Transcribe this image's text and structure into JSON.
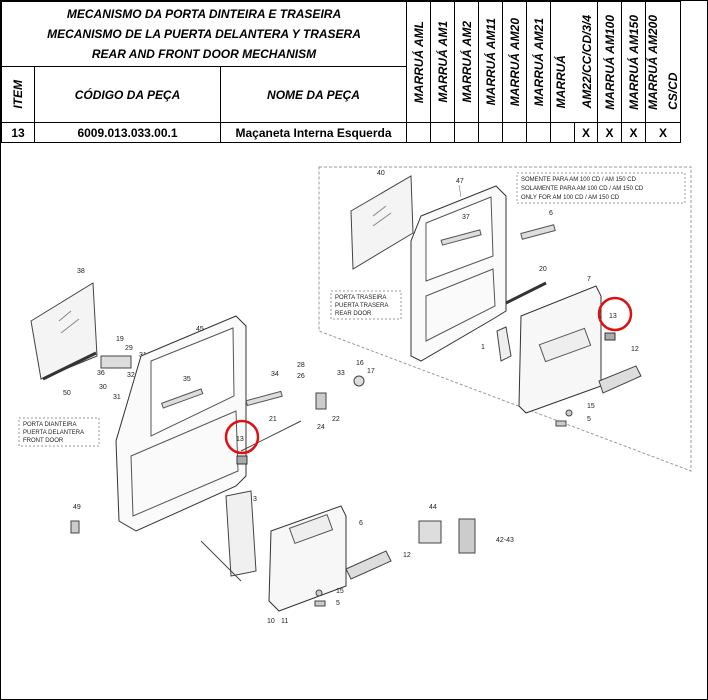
{
  "header": {
    "title_lines": [
      "MECANISMO DA PORTA DINTEIRA E TRASEIRA",
      "MECANISMO DE LA PUERTA DELANTERA Y TRASERA",
      "REAR AND FRONT DOOR MECHANISM"
    ],
    "item_label": "ITEM",
    "code_label": "CÓDIGO DA PEÇA",
    "name_label": "NOME DA PEÇA",
    "models": [
      {
        "line1": "MARRUÁ AML",
        "line2": ""
      },
      {
        "line1": "MARRUÁ AM1",
        "line2": ""
      },
      {
        "line1": "MARRUÁ AM2",
        "line2": ""
      },
      {
        "line1": "MARRUÁ AM11",
        "line2": ""
      },
      {
        "line1": "MARRUÁ AM20",
        "line2": ""
      },
      {
        "line1": "MARRUÁ AM21",
        "line2": ""
      },
      {
        "line1": "MARRUÁ",
        "line2": "AM22/CC/CD/3/4"
      },
      {
        "line1": "MARRUÁ AM100",
        "line2": ""
      },
      {
        "line1": "MARRUÁ AM150",
        "line2": ""
      },
      {
        "line1": "MARRUÁ AM200",
        "line2": "CS/CD"
      }
    ]
  },
  "row": {
    "item": "13",
    "code": "6009.013.033.00.1",
    "name": "Maçaneta Interna Esquerda",
    "marks": [
      "",
      "",
      "",
      "",
      "",
      "",
      "",
      "X",
      "X",
      "X",
      "X"
    ]
  },
  "diagram": {
    "rear_note": [
      "SOMENTE PARA AM 100 CD / AM 150 CD",
      "SOLAMENTE PARA AM 100 CD / AM 150 CD",
      "ONLY FOR AM 100 CD / AM 150 CD"
    ],
    "rear_door_caption": [
      "PORTA TRASEIRA",
      "PUERTA TRASERA",
      "REAR DOOR"
    ],
    "front_door_caption": [
      "PORTA DIANTEIRA",
      "PUERTA DELANTERA",
      "FRONT DOOR"
    ],
    "highlight_label": "13",
    "labels": {
      "p40": "40",
      "p47": "47",
      "p6a": "6",
      "p37": "37",
      "p20": "20",
      "p7": "7",
      "p1": "1",
      "p12a": "12",
      "p15a": "15",
      "p5a": "5",
      "p38": "38",
      "p45": "45",
      "p19": "19",
      "p29": "29",
      "p31a": "31",
      "p50": "50",
      "p36": "36",
      "p32": "32",
      "p30": "30",
      "p31b": "31",
      "p35": "35",
      "p34": "34",
      "p28": "28",
      "p26": "26",
      "p16": "16",
      "p33": "33",
      "p17": "17",
      "p22": "22",
      "p24": "24",
      "p21": "21",
      "p49": "49",
      "p3": "3",
      "p6b": "6",
      "p44": "44",
      "p4243": "42-43",
      "p12b": "12",
      "p15b": "15",
      "p5b": "5",
      "p10": "10",
      "p11": "11"
    }
  }
}
